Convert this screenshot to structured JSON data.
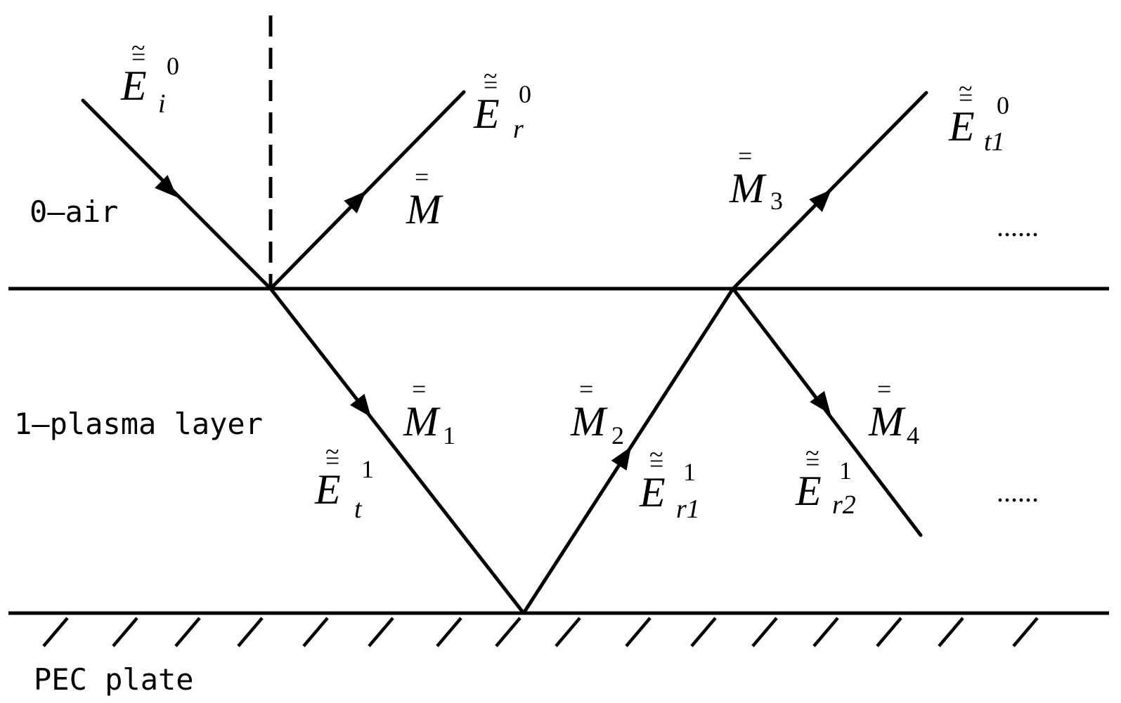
{
  "regions": {
    "air": "0—air",
    "plasma": "1—plasma layer",
    "pec": "PEC plate"
  },
  "accents": {
    "tilde": "~",
    "double_bar": "="
  },
  "fields": {
    "incident": {
      "base": "E",
      "sub": "i",
      "sup": "0"
    },
    "reflected": {
      "base": "E",
      "sub": "r",
      "sup": "0"
    },
    "transmitted_out": {
      "base": "E",
      "sub": "t1",
      "sup": "0"
    },
    "transmitted_in": {
      "base": "E",
      "sub": "t",
      "sup": "1"
    },
    "reflected_1": {
      "base": "E",
      "sub": "r1",
      "sup": "1"
    },
    "reflected_2": {
      "base": "E",
      "sub": "r2",
      "sup": "1"
    }
  },
  "matrices": {
    "m0": {
      "base": "M",
      "sub": ""
    },
    "m1": {
      "base": "M",
      "sub": "1"
    },
    "m2": {
      "base": "M",
      "sub": "2"
    },
    "m3": {
      "base": "M",
      "sub": "3"
    },
    "m4": {
      "base": "M",
      "sub": "4"
    }
  },
  "ellipsis": {
    "air": "......",
    "plasma": "......"
  }
}
